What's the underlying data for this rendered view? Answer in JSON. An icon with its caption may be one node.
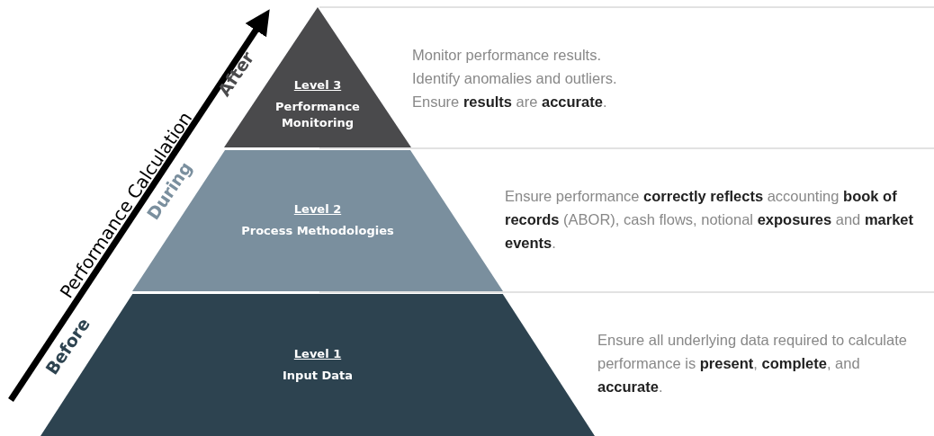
{
  "diagram": {
    "nodes": [
      {
        "text": [
          "Level 3",
          "Performance Monitoring"
        ],
        "beside": [
          "Monitor performance results.",
          "Identify anomalies and outliers.",
          "Ensure **results** are **accurate**."
        ]
      },
      {
        "text": [
          "Level 2",
          "Process Methodologies"
        ],
        "beside": [
          "Ensure performance **correctly reflects** accounting **book of records** (ABOR), cash flows, notional **exposures** and **market events**."
        ]
      },
      {
        "text": [
          "Level 1",
          "Input Data"
        ],
        "beside": [
          "Ensure all underlying data required to calculate performance is **present**, **complete**, and **accurate**."
        ]
      }
    ],
    "edges": [],
    "labels": [
      "After",
      "Performance Calculation",
      "During",
      "Before"
    ]
  }
}
